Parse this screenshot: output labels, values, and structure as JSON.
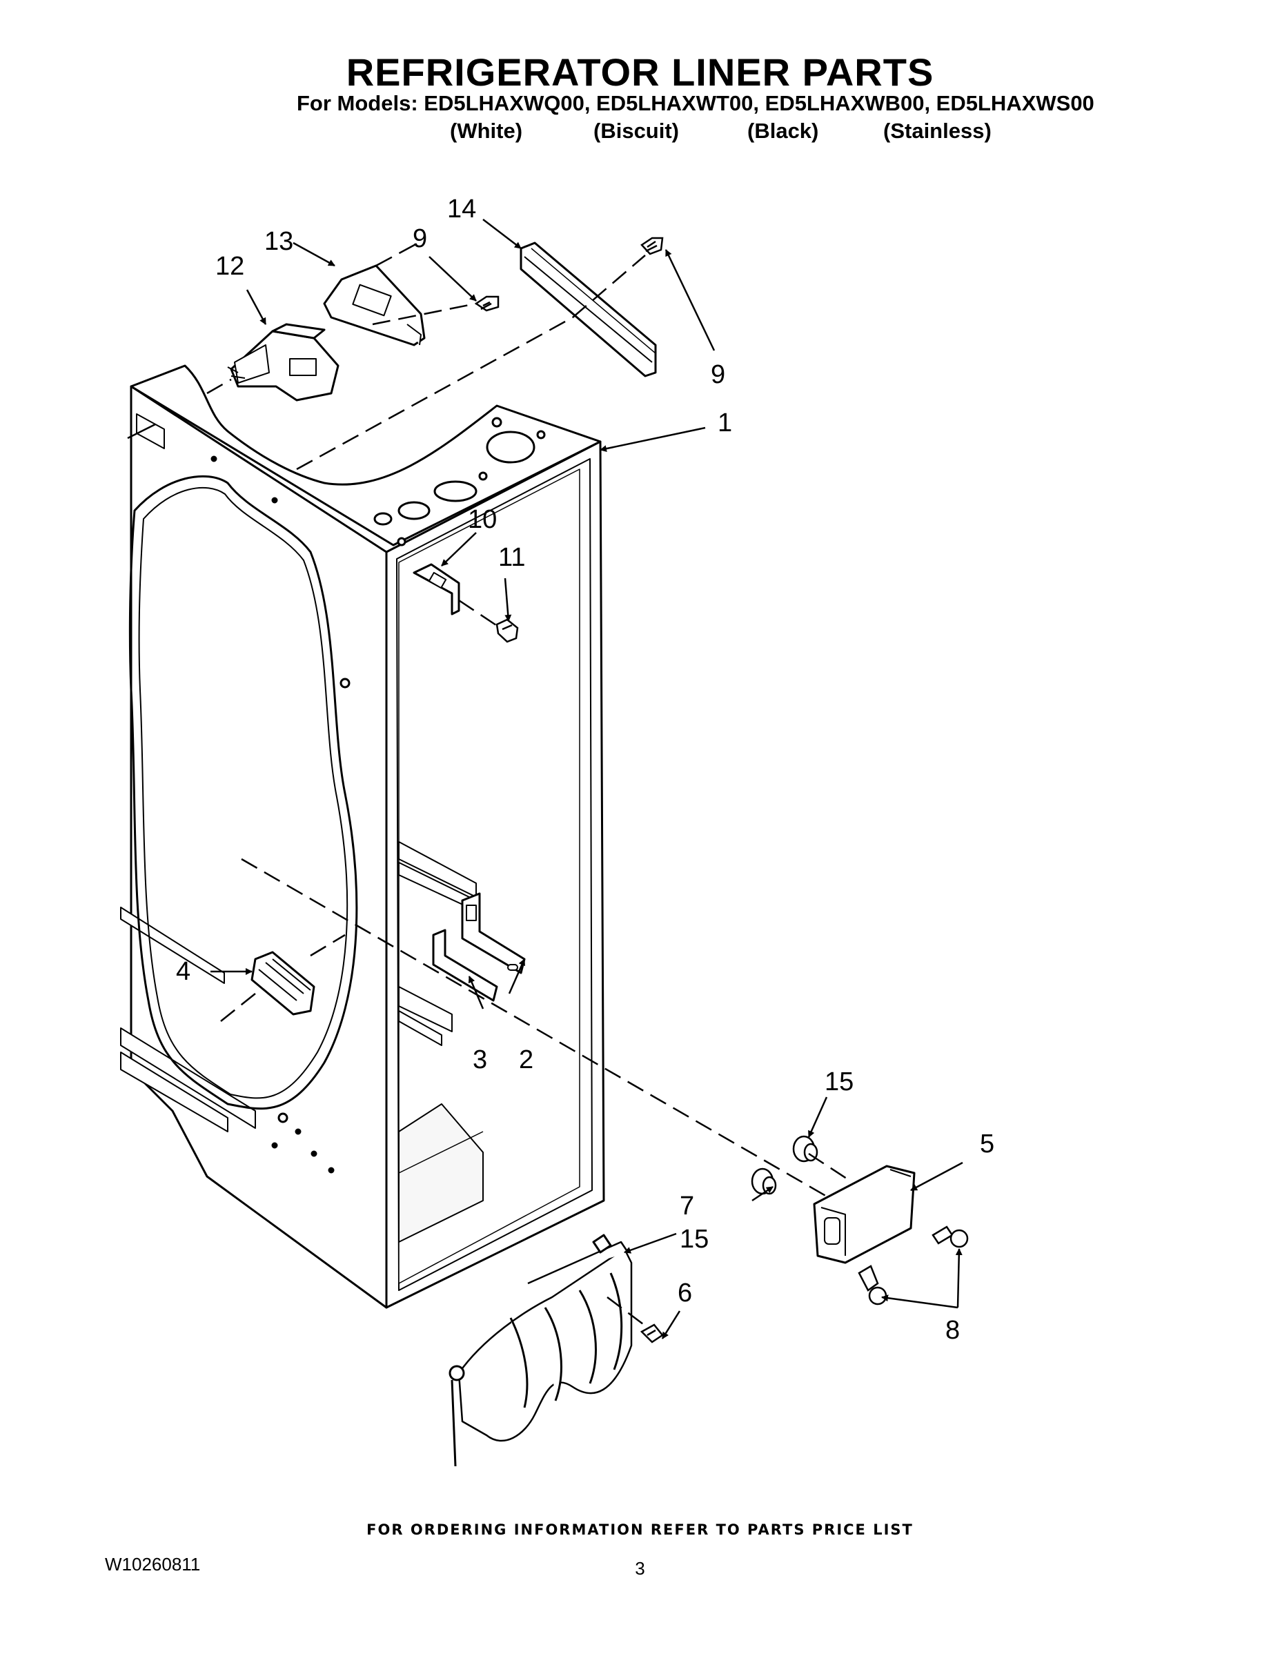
{
  "title": "REFRIGERATOR LINER PARTS",
  "models_line": "For Models: ED5LHAXWQ00, ED5LHAXWT00, ED5LHAXWB00, ED5LHAXWS00",
  "colors": [
    "(White)",
    "(Biscuit)",
    "(Black)",
    "(Stainless)"
  ],
  "callouts": {
    "c1": "1",
    "c2": "2",
    "c3": "3",
    "c4": "4",
    "c5": "5",
    "c6": "6",
    "c7": "7",
    "c8": "8",
    "c9a": "9",
    "c9b": "9",
    "c10": "10",
    "c11": "11",
    "c12": "12",
    "c13": "13",
    "c14": "14",
    "c15a": "15",
    "c15b": "15"
  },
  "footer_note": "FOR ORDERING INFORMATION REFER TO PARTS PRICE LIST",
  "document_number": "W10260811",
  "page_number": "3"
}
